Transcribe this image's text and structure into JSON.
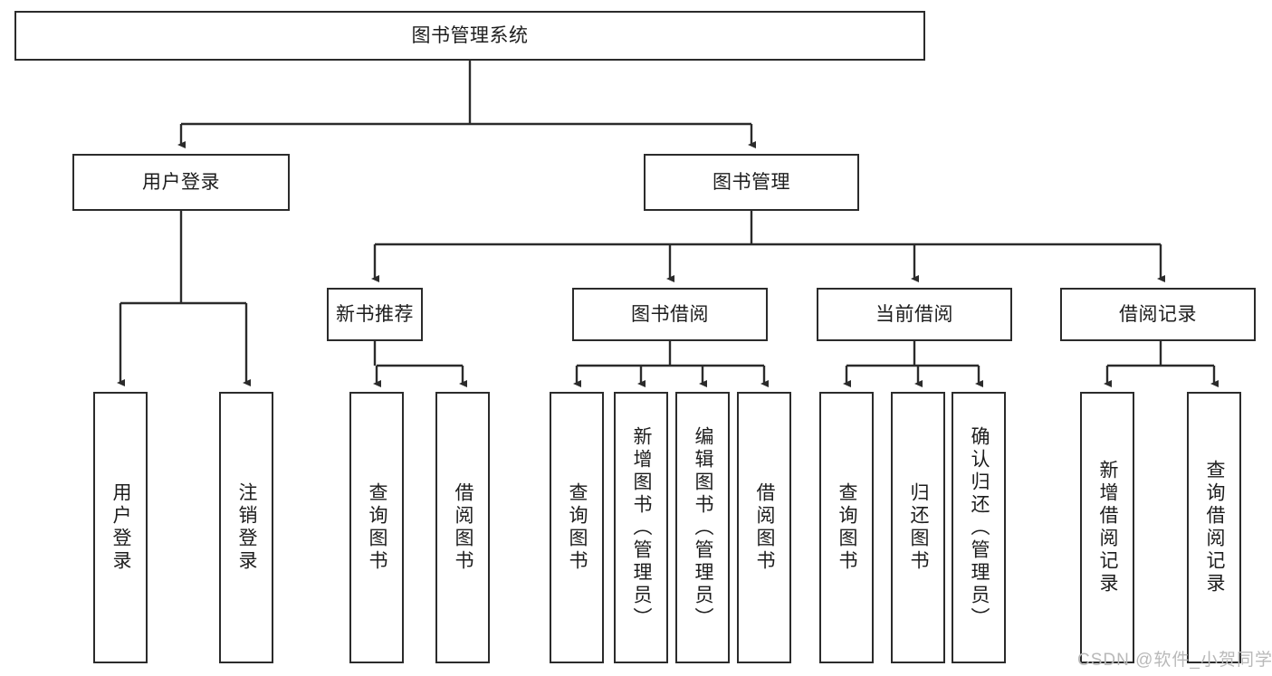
{
  "diagram": {
    "type": "tree",
    "title": "图书管理系统",
    "root": {
      "label": "图书管理系统"
    },
    "level1": [
      {
        "label": "用户登录"
      },
      {
        "label": "图书管理"
      }
    ],
    "level2": [
      {
        "label": "新书推荐"
      },
      {
        "label": "图书借阅"
      },
      {
        "label": "当前借阅"
      },
      {
        "label": "借阅记录"
      }
    ],
    "leaves": {
      "user_login": [
        {
          "label": "用户登录"
        },
        {
          "label": "注销登录"
        }
      ],
      "new_book_recommend": [
        {
          "label": "查询图书"
        },
        {
          "label": "借阅图书"
        }
      ],
      "book_borrow": [
        {
          "label": "查询图书"
        },
        {
          "label": "新增图书（管理员）"
        },
        {
          "label": "编辑图书（管理员）"
        },
        {
          "label": "借阅图书"
        }
      ],
      "current_borrow": [
        {
          "label": "查询图书"
        },
        {
          "label": "归还图书"
        },
        {
          "label": "确认归还（管理员）"
        }
      ],
      "borrow_record": [
        {
          "label": "新增借阅记录"
        },
        {
          "label": "查询借阅记录"
        }
      ]
    }
  },
  "watermark": {
    "text": "CSDN @软件_小贺同学"
  },
  "colors": {
    "stroke": "#2b2b2b",
    "background": "#ffffff",
    "text": "#1d1d1d",
    "watermark": "#b9b9b9"
  }
}
